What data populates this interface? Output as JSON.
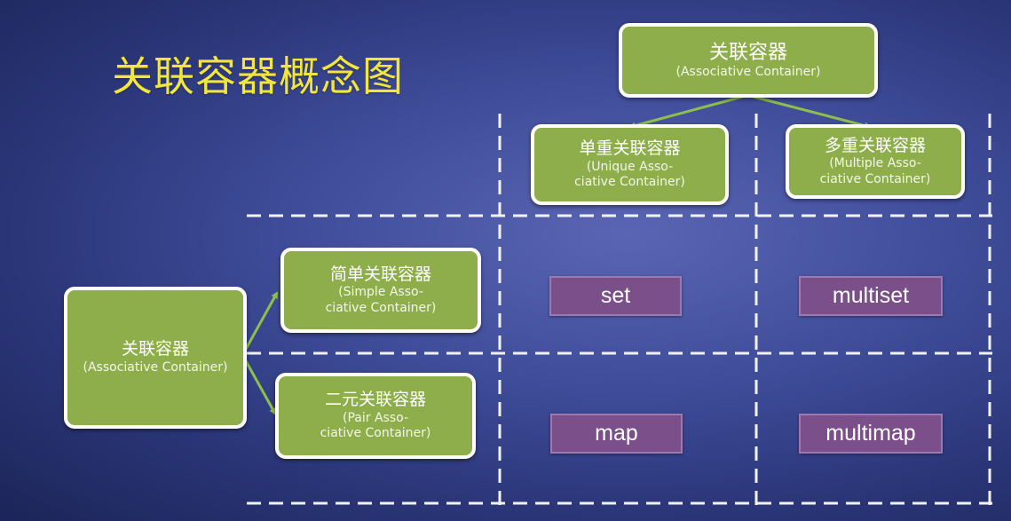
{
  "title": "关联容器概念图",
  "colors": {
    "box_fill": "#8dae4a",
    "box_border": "#ffffff",
    "cell_fill": "#7a4f8a",
    "title": "#f2e63c",
    "arrow": "#8dbf4a",
    "dash": "#f2f2f2"
  },
  "top": {
    "root": {
      "zh": "关联容器",
      "en": "(Associative Container)"
    },
    "unique": {
      "zh": "单重关联容器",
      "en": "(Unique Asso-\nciative Container)"
    },
    "multiple": {
      "zh": "多重关联容器",
      "en": "(Multiple Asso-\nciative Container)"
    }
  },
  "left": {
    "root": {
      "zh": "关联容器",
      "en": "(Associative Container)"
    },
    "simple": {
      "zh": "简单关联容器",
      "en": "(Simple Asso-\nciative Container)"
    },
    "pair": {
      "zh": "二元关联容器",
      "en": "(Pair Asso-\nciative Container)"
    }
  },
  "grid": {
    "set": "set",
    "multiset": "multiset",
    "map": "map",
    "multimap": "multimap"
  }
}
